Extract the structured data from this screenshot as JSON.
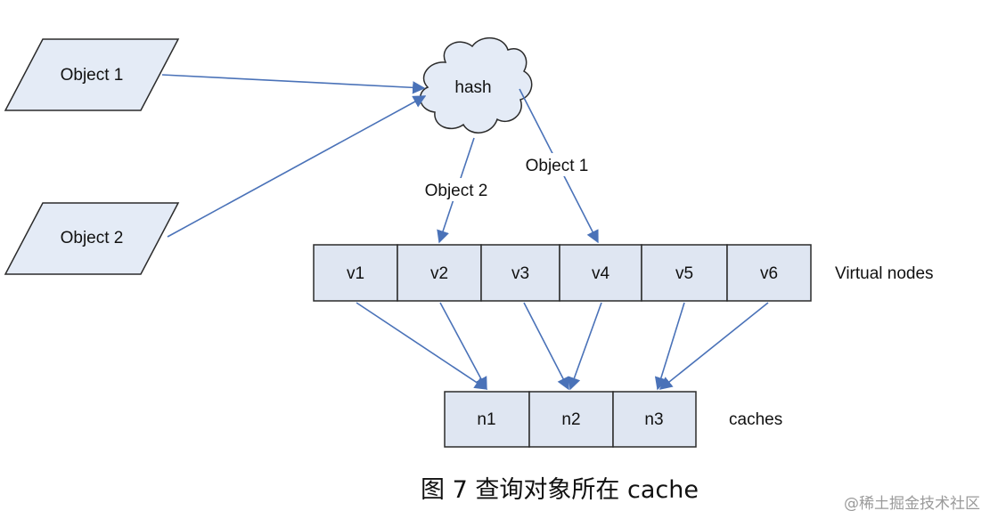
{
  "diagram": {
    "objects": [
      "Object 1",
      "Object 2"
    ],
    "hash_label": "hash",
    "edge_labels": {
      "object2": "Object 2",
      "object1": "Object 1"
    },
    "virtual_nodes": [
      "v1",
      "v2",
      "v3",
      "v4",
      "v5",
      "v6"
    ],
    "virtual_nodes_label": "Virtual nodes",
    "caches": [
      "n1",
      "n2",
      "n3"
    ],
    "caches_label": "caches",
    "colors": {
      "shape_fill": "#e4ebf6",
      "box_fill": "#dfe6f2",
      "arrow": "#4a72b8",
      "outline": "#2b2b2b"
    }
  },
  "caption": "图 7 查询对象所在 cache",
  "watermark": "@稀土掘金技术社区"
}
